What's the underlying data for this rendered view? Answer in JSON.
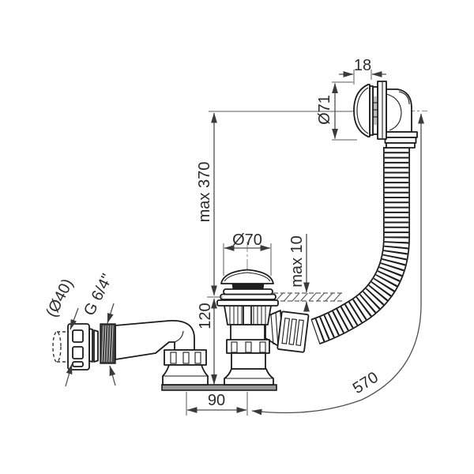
{
  "drawing": {
    "dimensions": {
      "overflow_depth": "18",
      "overflow_diameter": "Ø71",
      "max_height": "max 370",
      "drain_diameter": "Ø70",
      "panel_thickness": "max 10",
      "trap_height": "120",
      "outlet_pipe_diameter": "(Ø40)",
      "thread_size": "G 6/4\"",
      "leg_spacing": "90",
      "hose_length": "570"
    },
    "colors": {
      "outline": "#1c1c1c",
      "dimension_line": "#4f4f4f",
      "cap_fill": "#c8c8c8",
      "plate_fill": "#9a9a9a",
      "gasket_fill": "#1e1e1e",
      "thread_fill": "#404040"
    }
  }
}
